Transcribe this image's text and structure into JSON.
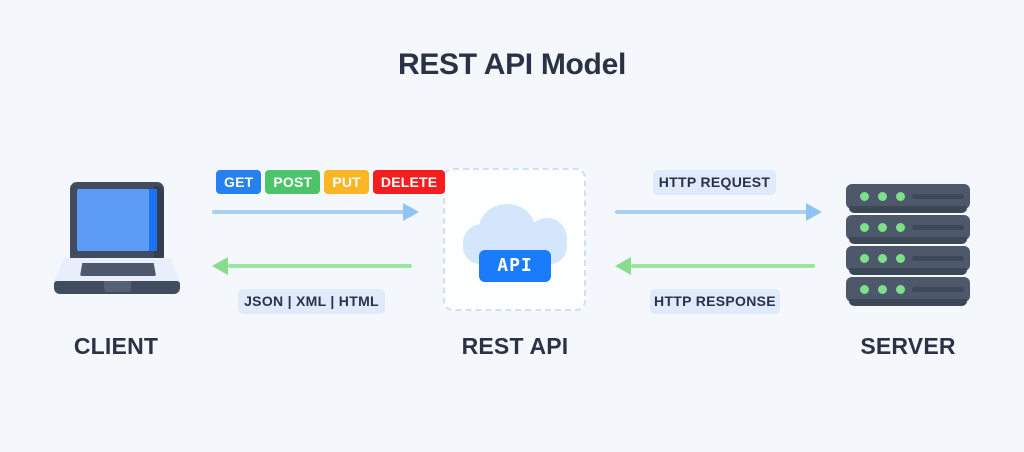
{
  "page": {
    "title": "REST API Model",
    "background_color": "#f4f8fd",
    "title_color": "#2b3245"
  },
  "nodes": {
    "client": {
      "caption": "CLIENT",
      "icon": "laptop-icon",
      "screen_color": "#5d9cf5",
      "body_color": "#414d5e"
    },
    "rest_api": {
      "caption": "REST API",
      "icon": "cloud-icon",
      "badge_label": "API",
      "badge_color": "#1a7cfa",
      "cloud_color": "#d3e6fb",
      "box_border_color": "#cfe0f5"
    },
    "server": {
      "caption": "SERVER",
      "icon": "server-rack-icon",
      "unit_count": 4,
      "leds_per_unit": 3,
      "led_color": "#7ee08a",
      "body_color": "#4d596b"
    }
  },
  "flows": {
    "client_to_api": {
      "direction": "right",
      "color": "#a8d0f7",
      "label_type": "http-methods",
      "methods": [
        {
          "label": "GET",
          "color": "#2680f0"
        },
        {
          "label": "POST",
          "color": "#4ec46a"
        },
        {
          "label": "PUT",
          "color": "#fbb525"
        },
        {
          "label": "DELETE",
          "color": "#f51d1d"
        }
      ]
    },
    "api_to_client": {
      "direction": "left",
      "color": "#9ce3a0",
      "label": "JSON | XML | HTML"
    },
    "api_to_server": {
      "direction": "right",
      "color": "#a8d0f7",
      "label": "HTTP REQUEST"
    },
    "server_to_api": {
      "direction": "left",
      "color": "#9ce3a0",
      "label": "HTTP RESPONSE"
    }
  }
}
